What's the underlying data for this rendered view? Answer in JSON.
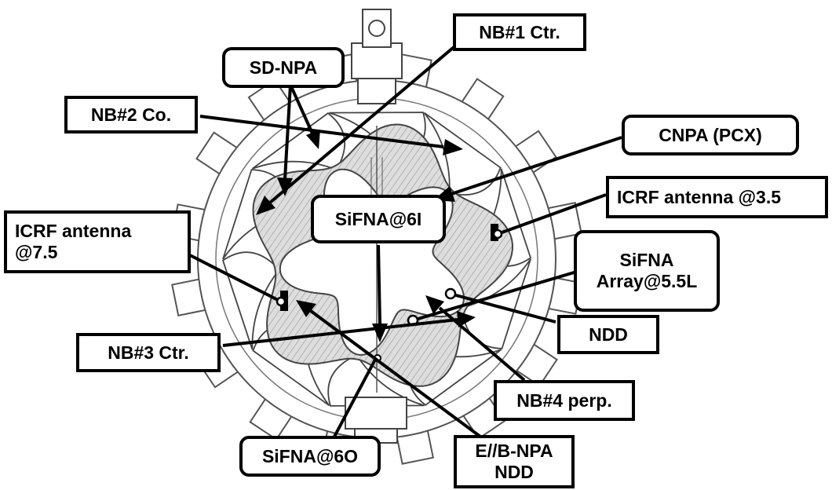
{
  "labels": {
    "sd_npa": "SD-NPA",
    "nb1": "NB#1 Ctr.",
    "nb2": "NB#2 Co.",
    "cnpa": "CNPA (PCX)",
    "icrf35": "ICRF antenna @3.5",
    "icrf75": "ICRF antenna\n@7.5",
    "sifna6i": "SiFNA@6I",
    "sifna_array": "SiFNA\nArray@5.5L",
    "ndd": "NDD",
    "nb3": "NB#3 Ctr.",
    "nb4": "NB#4 perp.",
    "sifna6o": "SiFNA@6O",
    "eb_npa": "E//B-NPA\nNDD"
  },
  "colors": {
    "line": "#000000",
    "background": "#ffffff",
    "device_stroke": "#555555",
    "plasma_fill": "#d8d8d8"
  }
}
